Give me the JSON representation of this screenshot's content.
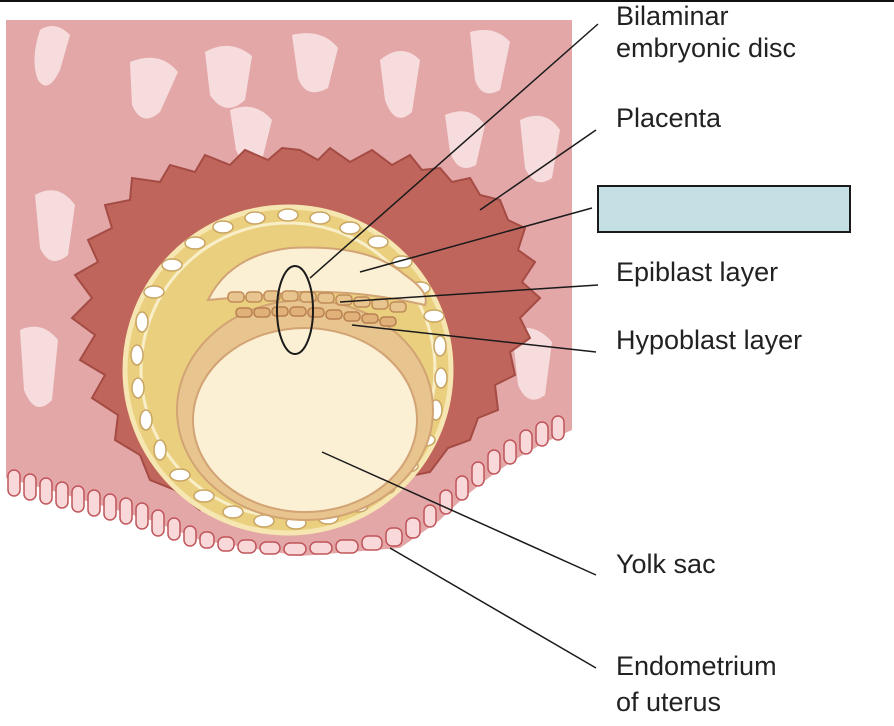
{
  "labels": {
    "bilaminar_line1": "Bilaminar",
    "bilaminar_line2": "embryonic disc",
    "placenta": "Placenta",
    "epiblast": "Epiblast layer",
    "hypoblast": "Hypoblast layer",
    "yolk_sac": "Yolk sac",
    "endometrium_line1": "Endometrium",
    "endometrium_line2": "of uterus"
  },
  "colors": {
    "endometrium_tissue": "#e3a7a8",
    "endometrium_gland": "#f6dcdc",
    "placenta": "#c0655c",
    "trophoblast_ring": "#ead07e",
    "cavity": "#fbefd4",
    "cell_outline": "#d2a374",
    "blank_box_fill": "#c5e0e4"
  }
}
